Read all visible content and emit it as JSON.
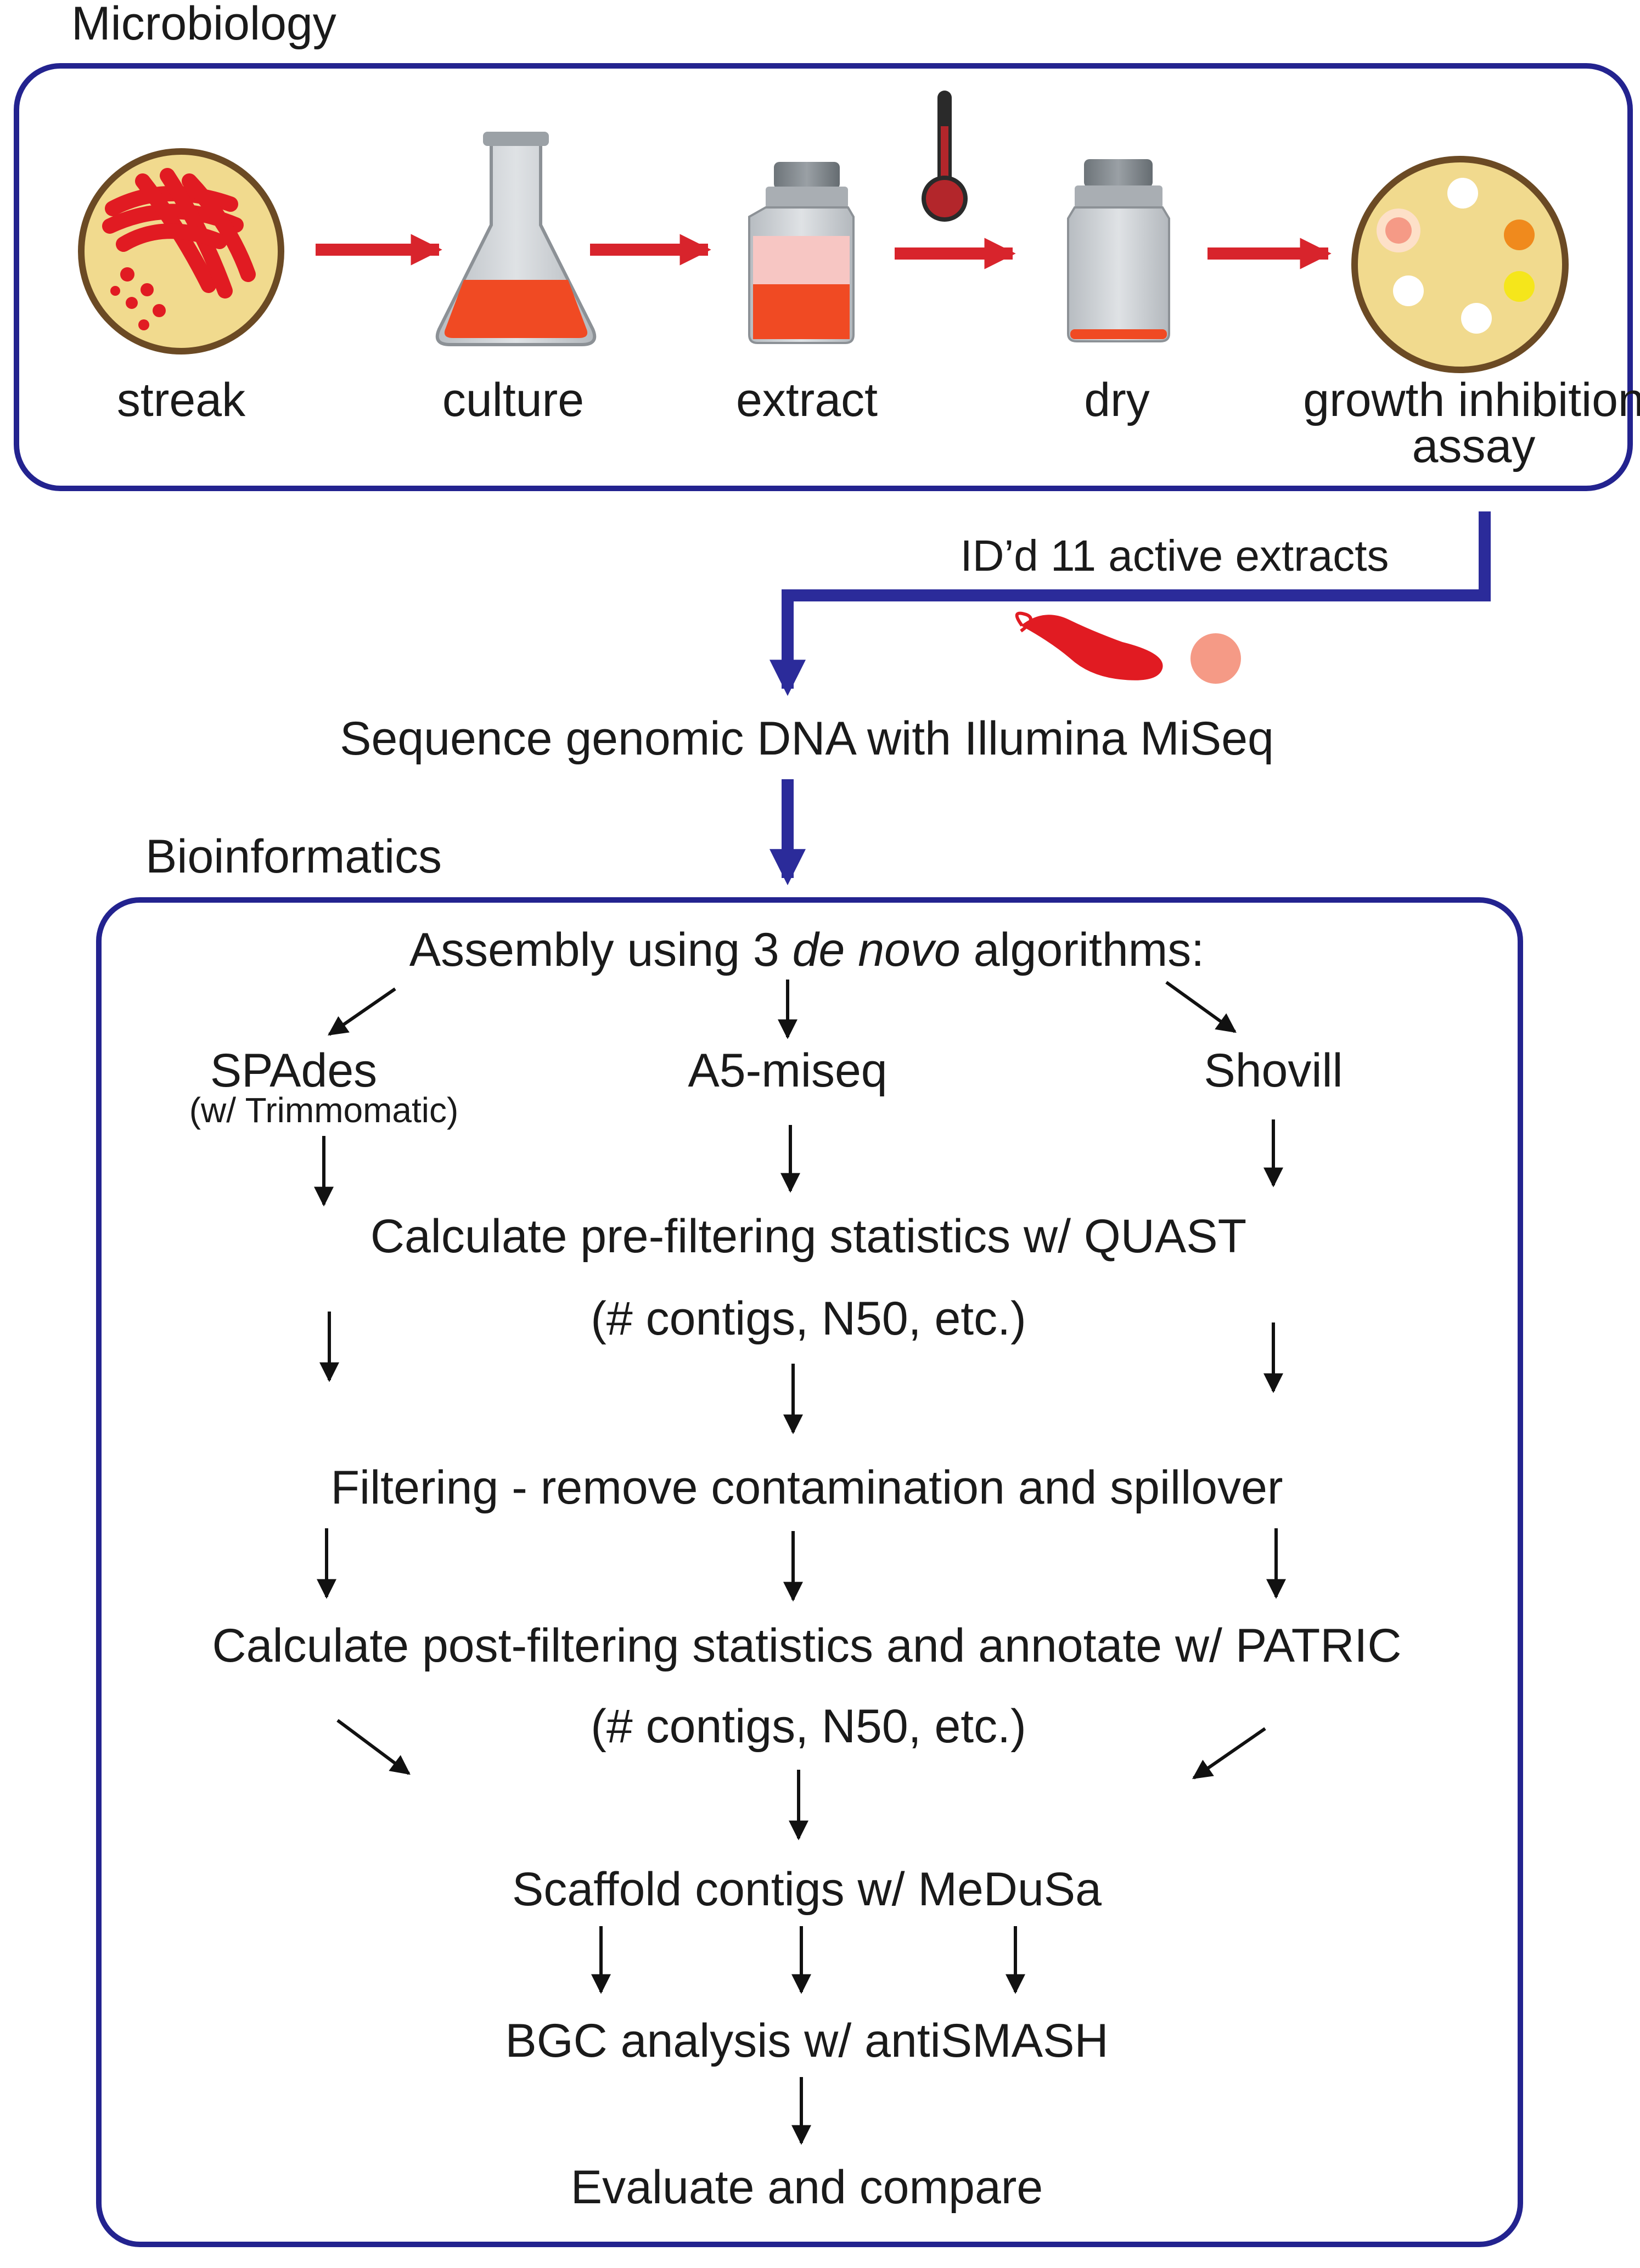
{
  "microbiology": {
    "heading": "Microbiology",
    "steps": [
      {
        "label": "streak"
      },
      {
        "label": "culture"
      },
      {
        "label": "extract"
      },
      {
        "label": "dry"
      },
      {
        "label": "growth inhibition",
        "label2": "assay"
      }
    ]
  },
  "transition": {
    "active_label": "ID’d 11 active extracts",
    "sequence_label": "Sequence genomic DNA with Illumina MiSeq"
  },
  "bioinformatics": {
    "heading": "Bioinformatics",
    "assembly_prefix": "Assembly using 3 ",
    "assembly_italic": "de novo",
    "assembly_suffix": " algorithms:",
    "spades": "SPAdes",
    "spades_note": "(w/ Trimmomatic)",
    "a5": "A5-miseq",
    "shovill": "Shovill",
    "pre_stats": "Calculate pre-filtering statistics w/ QUAST",
    "pre_stats_note": "(# contigs, N50, etc.)",
    "filtering": "Filtering - remove contamination and spillover",
    "post_stats": "Calculate post-filtering statistics and annotate w/ PATRIC",
    "post_stats_note": "(# contigs, N50, etc.)",
    "scaffold": "Scaffold contigs w/ MeDuSa",
    "bgc": "BGC analysis w/ antiSMASH",
    "evaluate": "Evaluate and compare"
  },
  "colors": {
    "frame": "#23238f",
    "process_arrow": "#d8242c",
    "flow_arrow": "#2b2b9a",
    "dish_fill": "#f1da8e",
    "dish_rim": "#6b4a24",
    "streak": "#e11b22",
    "culture_liquid": "#f04a23",
    "vial_glass": "#c9cdd1",
    "vial_cap": "#7d8489",
    "extract_pink": "#f7c6c3",
    "thermometer": "#b3262b",
    "cell": "#e11b22",
    "spore": "#f59a86"
  },
  "icons": [
    "petri-dish-streak-icon",
    "erlenmeyer-flask-icon",
    "extract-vial-icon",
    "thermometer-icon",
    "dry-vial-icon",
    "assay-dish-icon",
    "bacterium-icon",
    "spore-icon"
  ]
}
